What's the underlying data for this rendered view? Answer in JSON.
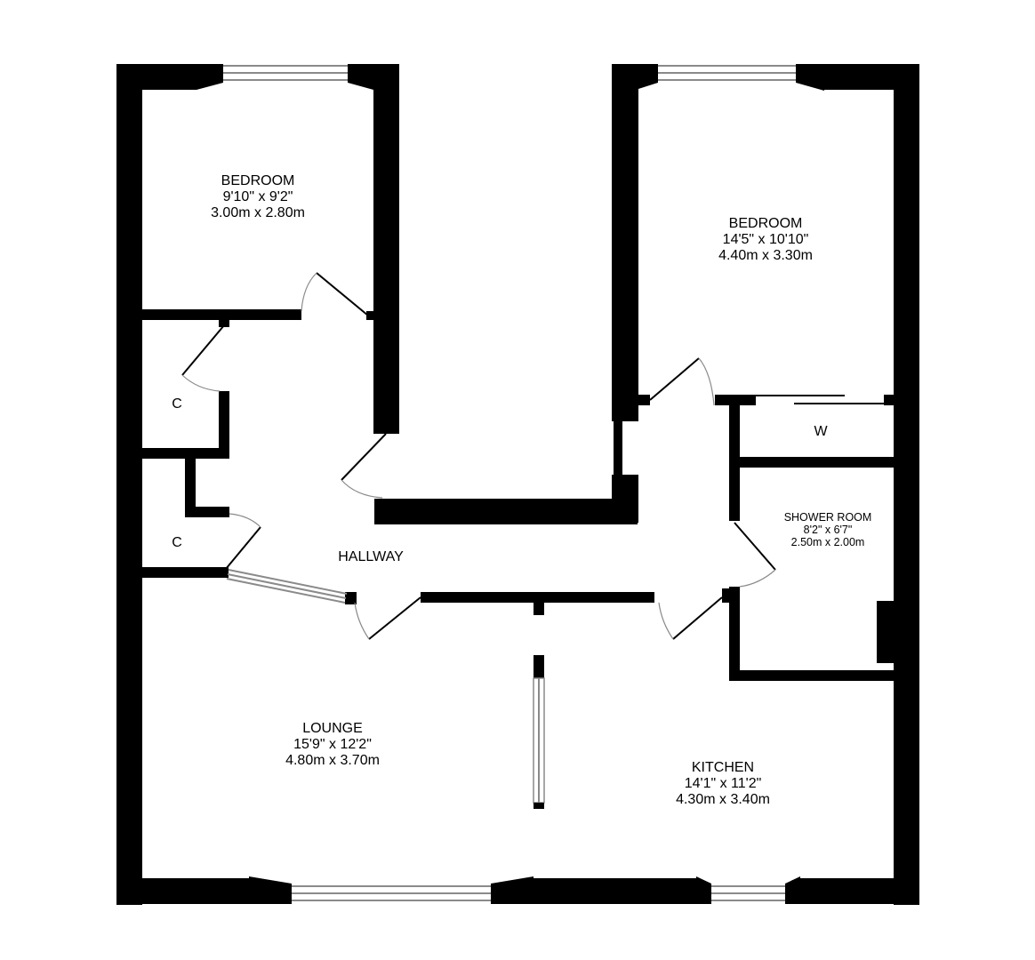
{
  "floorplan": {
    "rooms": [
      {
        "id": "bedroom-1",
        "name": "BEDROOM",
        "imperial": "9'10\"  x 9'2\"",
        "metric": "3.00m  x 2.80m"
      },
      {
        "id": "bedroom-2",
        "name": "BEDROOM",
        "imperial": "14'5\"  x 10'10\"",
        "metric": "4.40m  x 3.30m"
      },
      {
        "id": "shower-room",
        "name": "SHOWER ROOM",
        "imperial": "8'2\"  x 6'7\"",
        "metric": "2.50m  x 2.00m"
      },
      {
        "id": "lounge",
        "name": "LOUNGE",
        "imperial": "15'9\"  x 12'2\"",
        "metric": "4.80m  x 3.70m"
      },
      {
        "id": "kitchen",
        "name": "KITCHEN",
        "imperial": "14'1\"  x 11'2\"",
        "metric": "4.30m  x 3.40m"
      }
    ],
    "hallway": {
      "name": "HALLWAY"
    },
    "cupboards": [
      {
        "label": "C"
      },
      {
        "label": "C"
      }
    ],
    "wardrobe": {
      "label": "W"
    },
    "colors": {
      "wall": "#000000",
      "window": "#8a8a8a",
      "background": "#ffffff"
    }
  }
}
